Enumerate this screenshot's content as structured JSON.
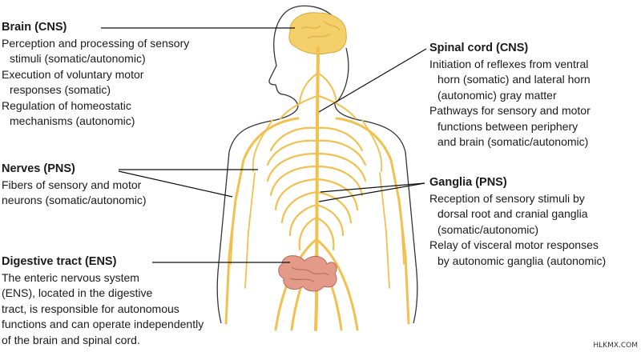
{
  "brain": {
    "heading": "Brain (CNS)",
    "lines": [
      "Perception and processing of sensory",
      "stimuli (somatic/autonomic)",
      "Execution of voluntary motor",
      "responses (somatic)",
      "Regulation of homeostatic",
      "mechanisms (autonomic)"
    ]
  },
  "nerves": {
    "heading": "Nerves (PNS)",
    "lines": [
      "Fibers of sensory and motor",
      "neurons (somatic/autonomic)"
    ]
  },
  "digestive": {
    "heading": "Digestive tract (ENS)",
    "lines": [
      "The enteric nervous system",
      "(ENS), located in the digestive",
      "tract, is responsible for autonomous",
      "functions and can operate independently",
      "of the brain and spinal cord."
    ]
  },
  "spinal": {
    "heading": "Spinal cord (CNS)",
    "lines": [
      "Initiation of reflexes from ventral",
      "horn (somatic) and lateral horn",
      "(autonomic) gray matter",
      "Pathways for sensory and motor",
      "functions between periphery",
      "and brain (somatic/autonomic)"
    ]
  },
  "ganglia": {
    "heading": "Ganglia (PNS)",
    "lines": [
      "Reception of sensory stimuli by",
      "dorsal root and cranial ganglia",
      "(somatic/autonomic)",
      "Relay of visceral motor responses",
      "by autonomic ganglia (autonomic)"
    ]
  },
  "watermark": "HLKMX.COM",
  "colors": {
    "nerve": "#f2c04e",
    "brain": "#f5cf6a",
    "intestine": "#e39a88",
    "outline": "#333333",
    "leader": "#111111"
  }
}
